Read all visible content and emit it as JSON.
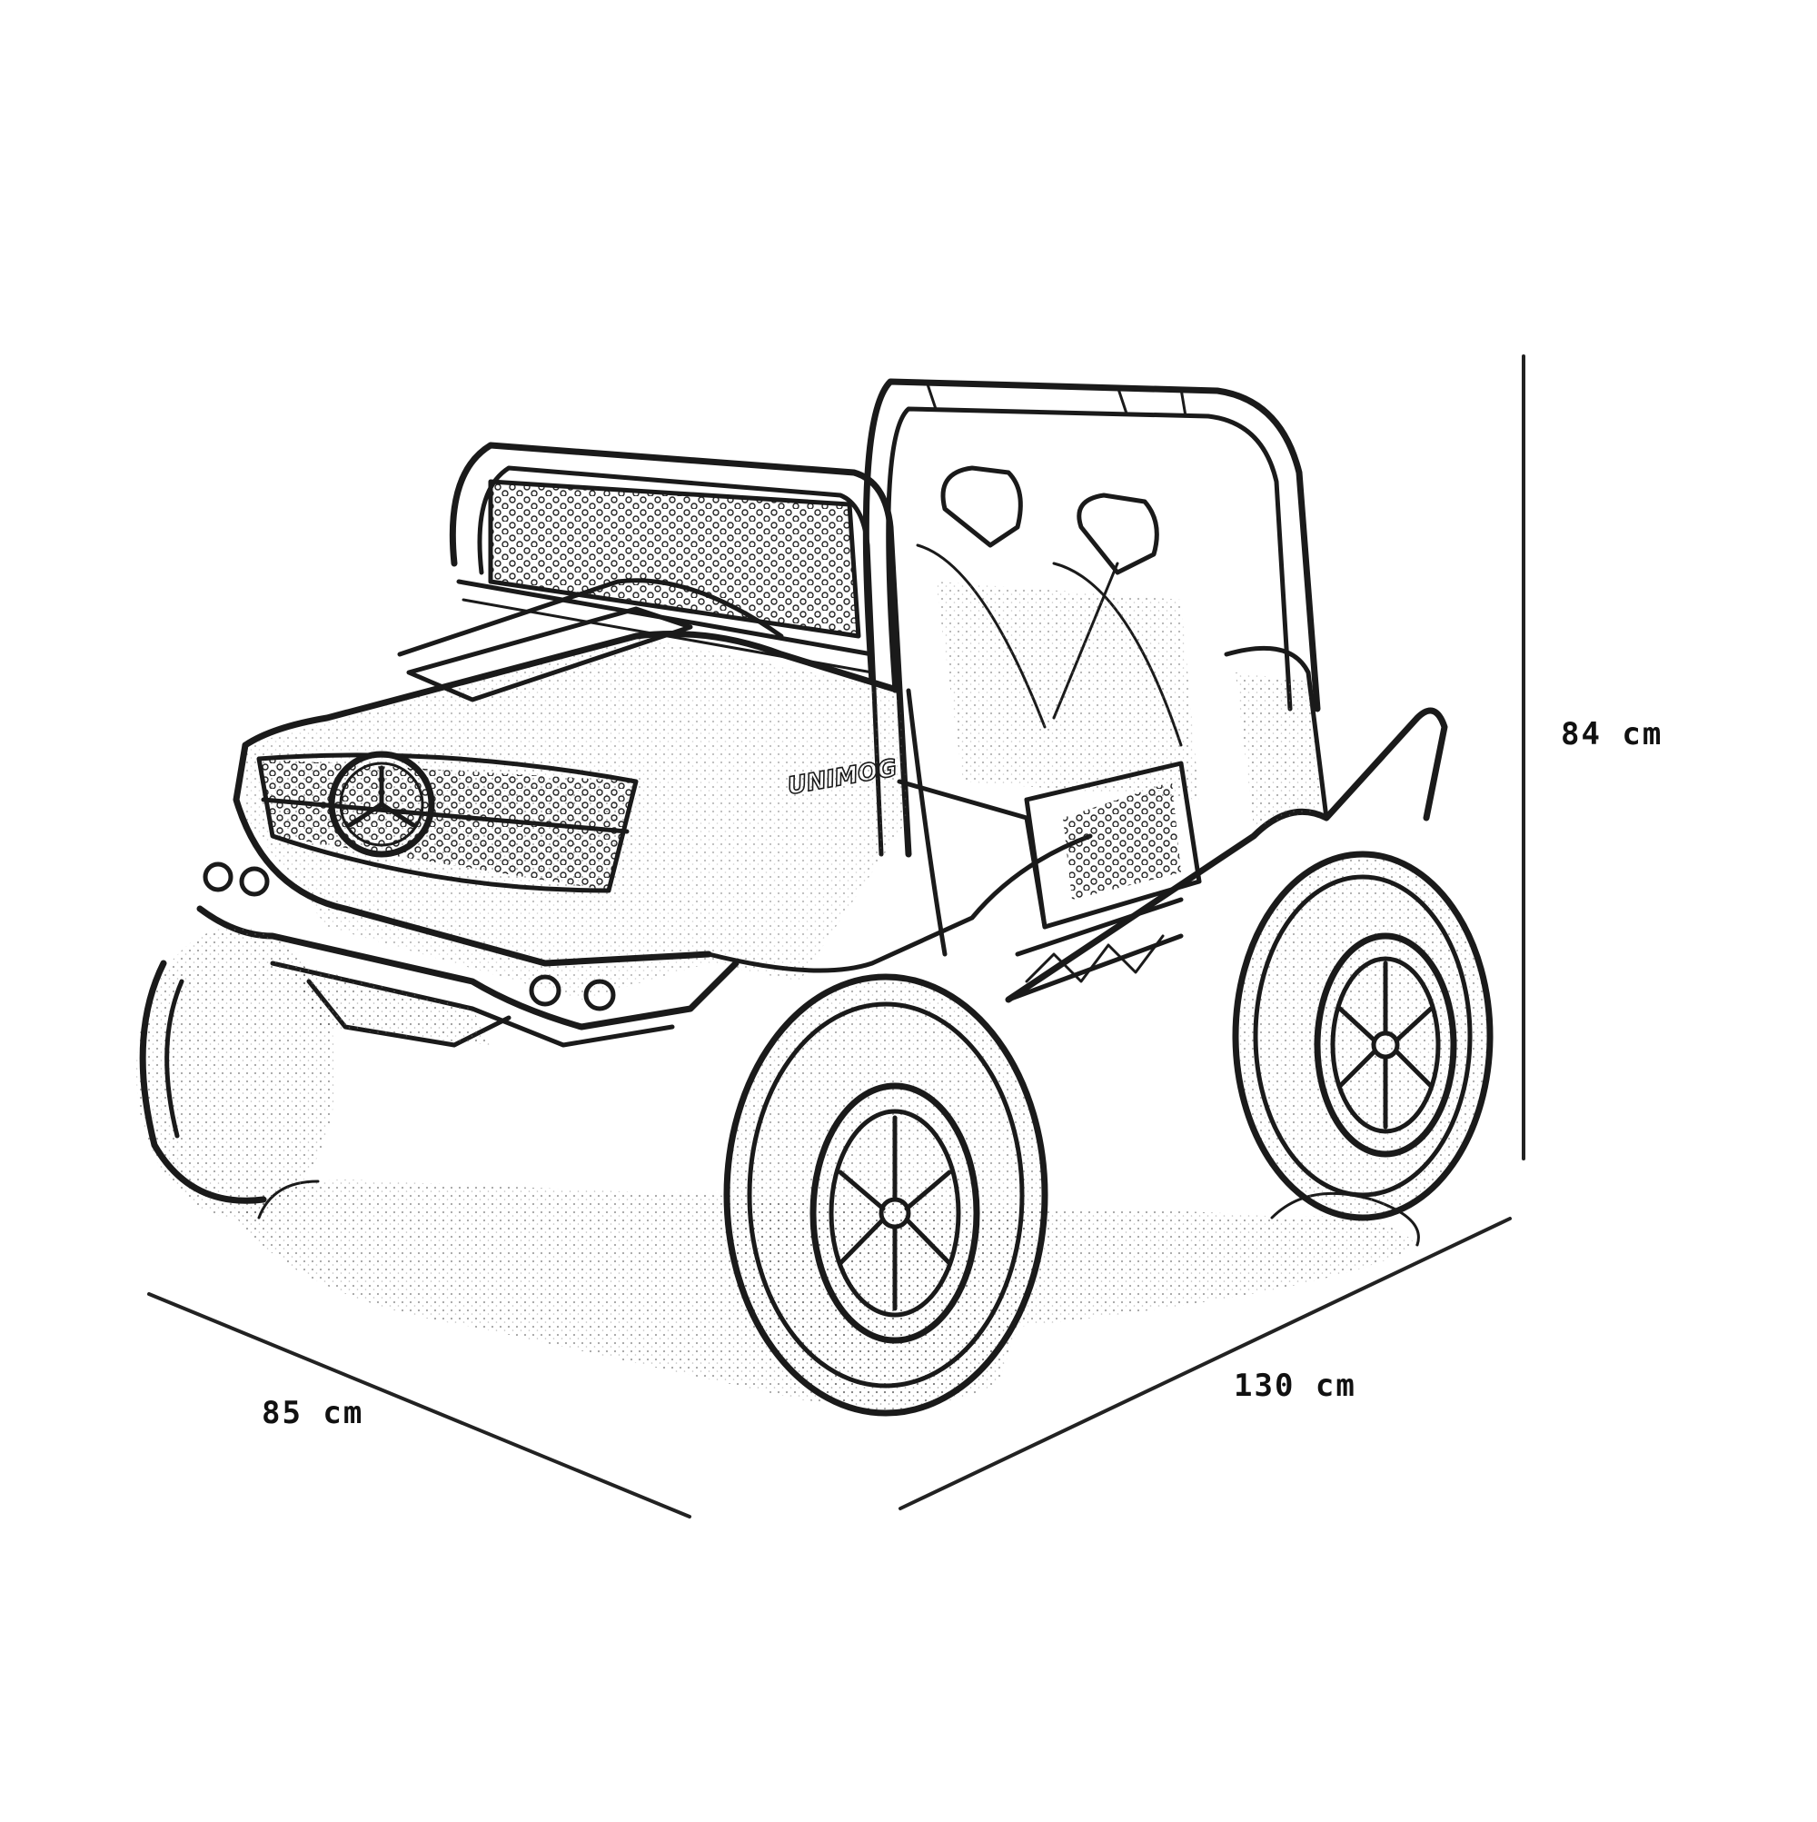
{
  "diagram": {
    "subject": "ride-on off-road vehicle (UTV) line drawing",
    "badge_text": "UNIMOG",
    "colors": {
      "ink": "#1a1a1a",
      "background": "#ffffff"
    }
  },
  "dimensions": {
    "height": {
      "label": "84 cm",
      "value": 84,
      "unit": "cm"
    },
    "width": {
      "label": "85 cm",
      "value": 85,
      "unit": "cm"
    },
    "length": {
      "label": "130 cm",
      "value": 130,
      "unit": "cm"
    }
  }
}
